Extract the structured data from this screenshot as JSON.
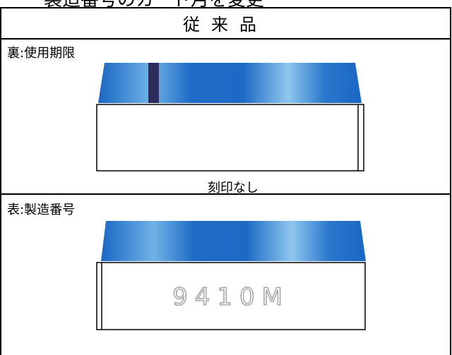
{
  "heading": "製造番号のカード月を変更",
  "table": {
    "header": "従来品",
    "rows": [
      {
        "label": "裏:使用期限",
        "note": "刻印なし"
      },
      {
        "label": "表:製造番号",
        "serial": "9410M"
      }
    ]
  },
  "colors": {
    "band_dark": "#1a66c4",
    "band_light": "#8fc6ee",
    "stripe": "#2b2d5c",
    "border": "#000000"
  }
}
